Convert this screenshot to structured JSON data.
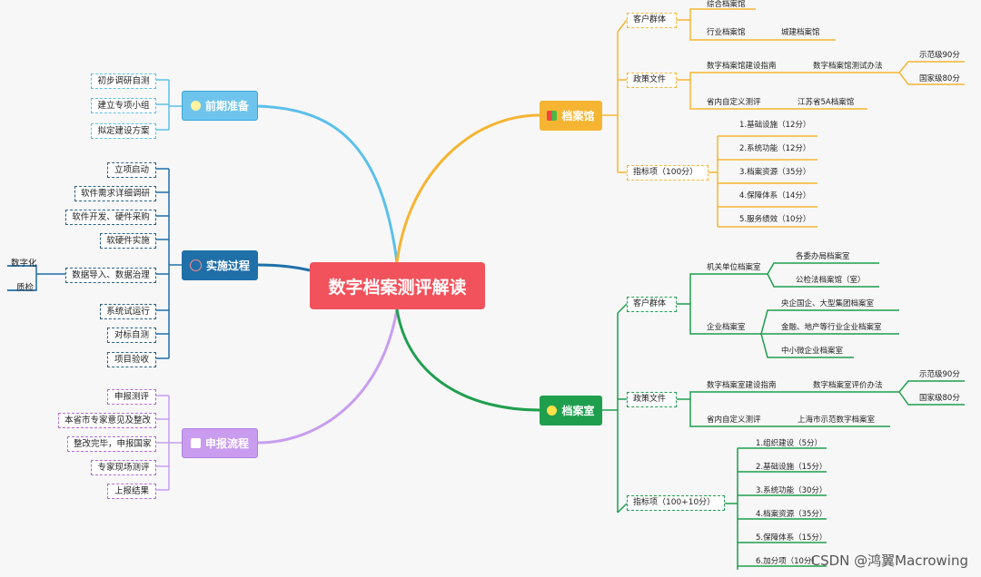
{
  "center": "数字档案测评解读",
  "watermark": "CSDN @鸿翼Macrowing",
  "branches": {
    "prep": {
      "label": "前期准备",
      "items": [
        "初步调研自测",
        "建立专项小组",
        "拟定建设方案"
      ]
    },
    "impl": {
      "label": "实施过程",
      "items": [
        "立项启动",
        "软件需求详细调研",
        "软件开发、硬件采购",
        "软硬件实施",
        "数据导入、数据治理",
        "系统试运行",
        "对标自测",
        "项目验收"
      ],
      "sub": [
        "数字化",
        "质检"
      ]
    },
    "apply": {
      "label": "申报流程",
      "items": [
        "申报测评",
        "本省市专家意见及整改",
        "整改完毕，申报国家",
        "专家现场测评",
        "上报结果"
      ]
    },
    "archive_hall": {
      "label": "档案馆",
      "customers": {
        "label": "客户群体",
        "a": "综合档案馆",
        "b": "行业档案馆",
        "b_child": "城建档案馆"
      },
      "policy": {
        "label": "政策文件",
        "guide": "数字档案馆建设指南",
        "method": "数字档案馆测试办法",
        "level1": "示范级90分",
        "level2": "国家级80分",
        "self": "省内自定义测评",
        "self_child": "江苏省5A档案馆"
      },
      "index": {
        "label": "指标项（100分）",
        "items": [
          "1.基础设施（12分）",
          "2.系统功能（12分）",
          "3.档案资源（35分）",
          "4.保障体系（14分）",
          "5.服务绩效（10分）"
        ]
      }
    },
    "archive_room": {
      "label": "档案室",
      "customers": {
        "label": "客户群体",
        "a": "机关单位档案室",
        "a_children": [
          "各委办局档案室",
          "公检法档案馆（室）"
        ],
        "b": "企业档案室",
        "b_children": [
          "央企国企、大型集团档案室",
          "金融、地产等行业企业档案室",
          "中小微企业档案室"
        ]
      },
      "policy": {
        "label": "政策文件",
        "guide": "数字档案室建设指南",
        "method": "数字档案室评价办法",
        "level1": "示范级90分",
        "level2": "国家级80分",
        "self": "省内自定义测评",
        "self_child": "上海市示范数字档案室"
      },
      "index": {
        "label": "指标项（100+10分）",
        "items": [
          "1.组织建设（5分）",
          "2.基础设施（15分）",
          "3.系统功能（30分）",
          "4.档案资源（35分）",
          "5.保障体系（15分）",
          "6.加分项（10分）"
        ]
      }
    }
  },
  "colors": {
    "prep": "#5bc0eb",
    "impl": "#1f6fa8",
    "apply": "#c79ef0",
    "hall": "#f5b533",
    "room": "#1f9e4e",
    "center": "#f1525c"
  }
}
